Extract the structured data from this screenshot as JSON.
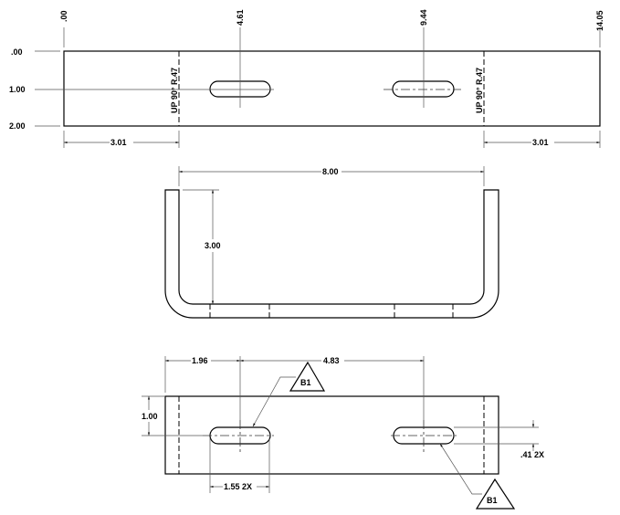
{
  "flat_pattern": {
    "ordinate_x": [
      ".00",
      "4.61",
      "9.44",
      "14.05"
    ],
    "ordinate_y": [
      ".00",
      "1.00",
      "2.00"
    ],
    "bend_notes": [
      "UP 90° R.47",
      "UP 90° R.47"
    ],
    "flange_left": "3.01",
    "flange_right": "3.01"
  },
  "side_view": {
    "width": "8.00",
    "height": "3.00"
  },
  "bottom_view": {
    "edge_to_slot": "1.96",
    "slot_spacing": "4.83",
    "slot_offset": "1.00",
    "slot_length": "1.55 2X",
    "slot_width": ".41 2X",
    "balloons": [
      "B1",
      "B1"
    ]
  }
}
